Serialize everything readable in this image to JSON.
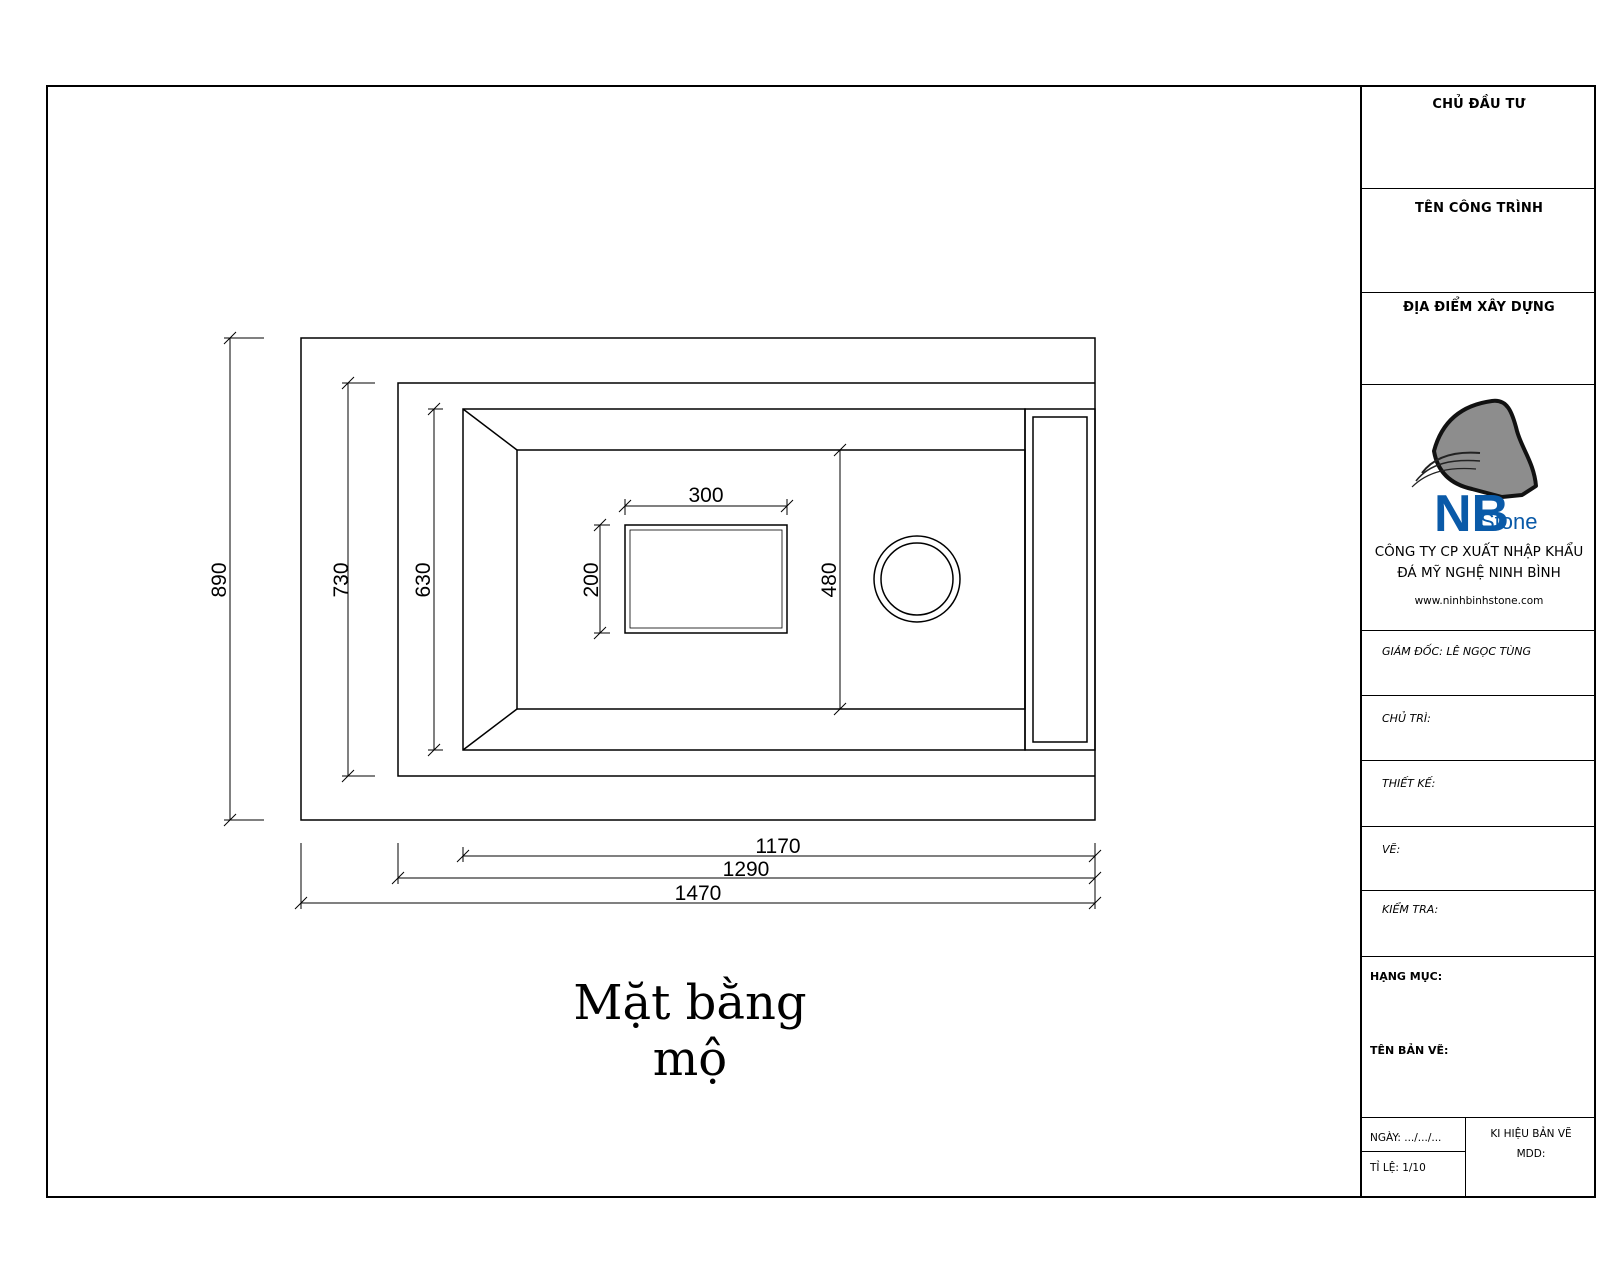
{
  "drawing": {
    "title": "Mặt bằng mộ",
    "dimensions": {
      "overall_width": "1470",
      "mid_width": "1290",
      "inner_width": "1170",
      "overall_depth": "890",
      "mid_depth": "730",
      "inner_depth": "630",
      "center_depth": "480",
      "plaque_width": "300",
      "plaque_height": "200"
    }
  },
  "title_block": {
    "owner_label": "CHỦ ĐẦU TƯ",
    "project_label": "TÊN CÔNG TRÌNH",
    "location_label": "ĐỊA ĐIỂM XÂY DỰNG",
    "logo": {
      "brand_mark": "NB",
      "brand_text": "Stone",
      "company_line1": "CÔNG TY CP XUẤT NHẬP KHẨU",
      "company_line2": "ĐÁ MỸ NGHỆ NINH BÌNH",
      "website": "www.ninhbinhstone.com"
    },
    "director": "GIÁM ĐỐC: LÊ NGỌC TÙNG",
    "lead": "CHỦ TRÌ:",
    "designer": "THIẾT KẾ:",
    "drafter": "VẼ:",
    "checker": "KIỂM TRA:",
    "category": "HẠNG MỤC:",
    "drawing_name": "TÊN BẢN VẼ:",
    "date": "NGÀY: .../.../...",
    "scale": "TỈ LỆ: 1/10",
    "drawing_code_label": "KI HIỆU BẢN VẼ",
    "drawing_code": "MDD:"
  }
}
